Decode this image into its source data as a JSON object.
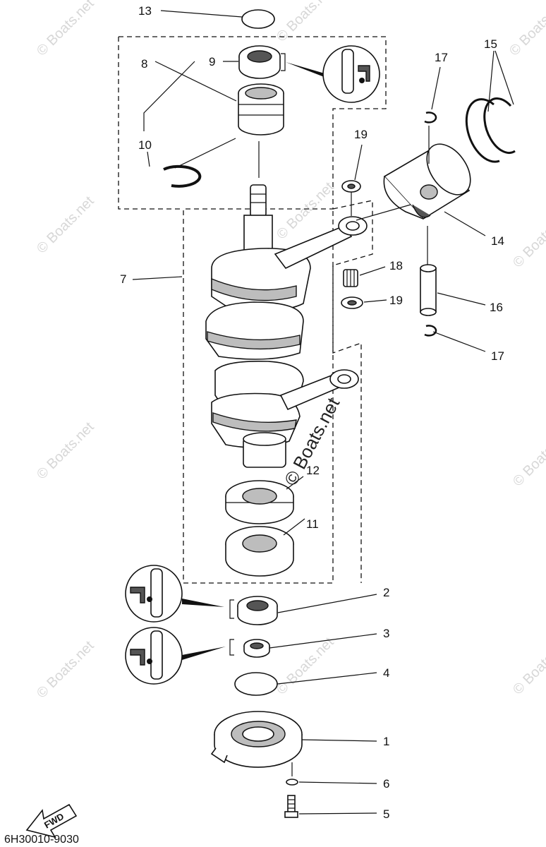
{
  "diagram": {
    "drawing_code": "6H30010-9030",
    "direction_label": "FWD",
    "watermark": "© Boats.net",
    "callouts": [
      "1",
      "2",
      "3",
      "4",
      "5",
      "6",
      "7",
      "8",
      "9",
      "10",
      "11",
      "12",
      "13",
      "14",
      "15",
      "16",
      "17",
      "17",
      "18",
      "19",
      "19"
    ]
  },
  "colors": {
    "ink": "#111111",
    "shade": "#bdbdbd",
    "watermark": "#d7d7d7"
  }
}
